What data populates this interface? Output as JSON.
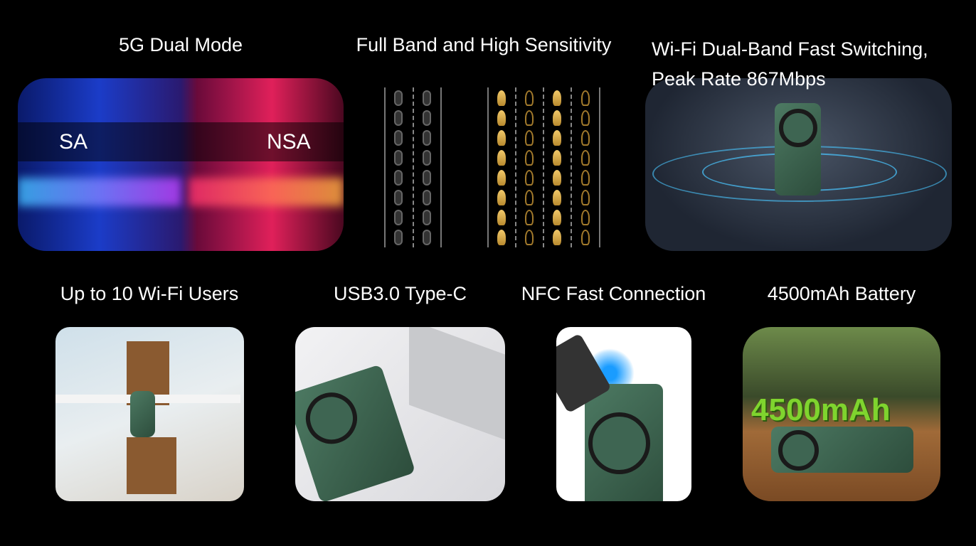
{
  "features": {
    "dual_mode": {
      "title": "5G Dual Mode",
      "left_label": "SA",
      "right_label": "NSA"
    },
    "full_band": {
      "title": "Full Band and High Sensitivity",
      "car_icon": "car-icon",
      "rocket_icon": "rocket-icon"
    },
    "wifi": {
      "title_line1": "Wi-Fi Dual-Band Fast Switching,",
      "title_line2": "Peak Rate 867Mbps"
    },
    "users": {
      "title": "Up to 10 Wi-Fi Users"
    },
    "usb": {
      "title": "USB3.0 Type-C"
    },
    "nfc": {
      "title": "NFC Fast Connection"
    },
    "battery": {
      "title": "4500mAh Battery",
      "overlay_text": "4500mAh"
    }
  },
  "colors": {
    "background": "#000000",
    "accent_gold": "#d9aa4a",
    "device_green": "#3e6552"
  }
}
